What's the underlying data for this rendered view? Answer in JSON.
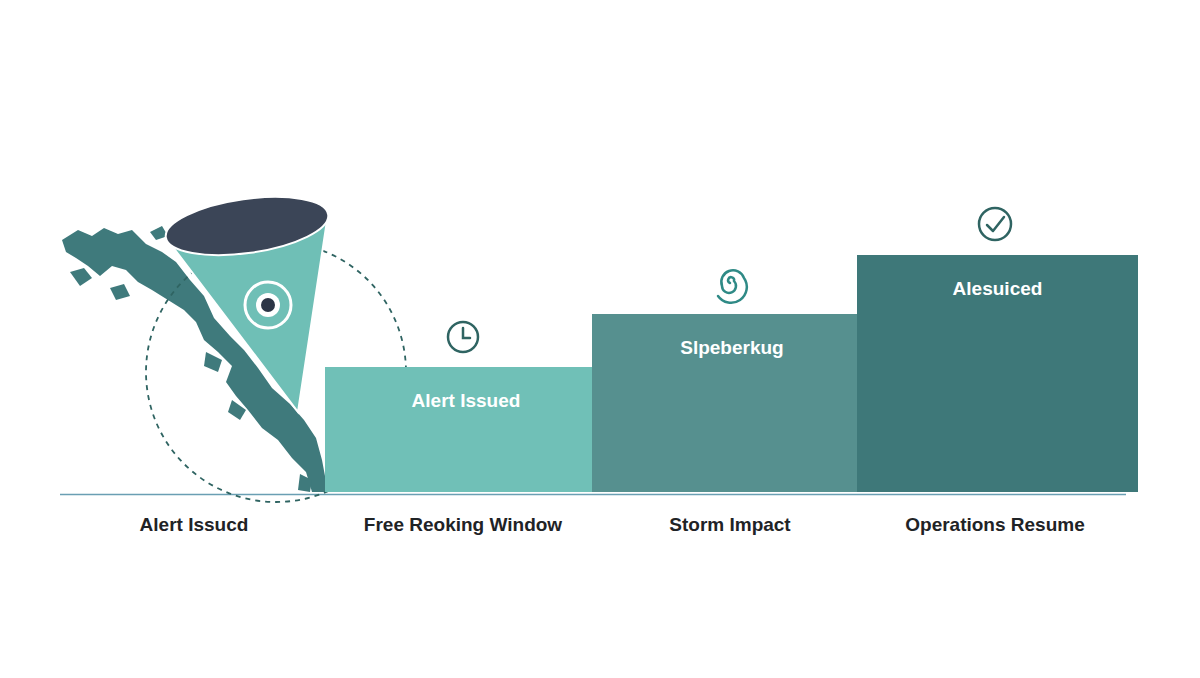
{
  "diagram": {
    "nodes": [
      {
        "text": [
          "Alert Issued"
        ]
      },
      {
        "text": [
          "Slpeberkug"
        ]
      },
      {
        "text": [
          "Alesuiced"
        ]
      }
    ],
    "labels": [
      "Alert Issucd",
      "Free Reoking Window",
      "Storm Impact",
      "Operations Resume"
    ]
  }
}
